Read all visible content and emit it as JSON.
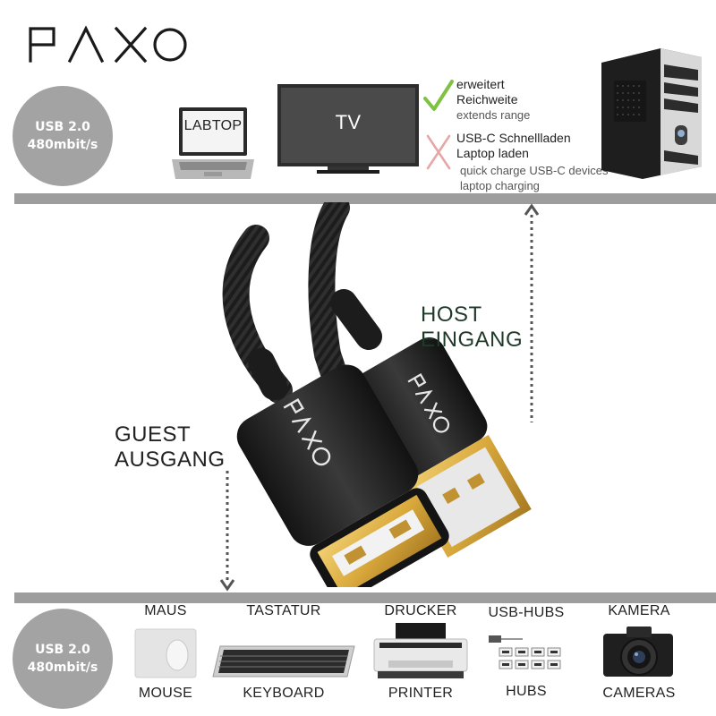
{
  "brand": {
    "name": "PAXO"
  },
  "top": {
    "badge": {
      "line1": "USB 2.0",
      "line2": "480mbit/s"
    },
    "laptop_label": "LABTOP",
    "tv_label": "TV",
    "feature_yes": {
      "line1": "erweitert",
      "line2": "Reichweite",
      "sub": "extends range",
      "icon": "check-icon",
      "color": "#7fc241"
    },
    "feature_no": {
      "line1": "USB-C Schnellladen",
      "line2": "Laptop laden",
      "sub1": "quick charge USB-C devices",
      "sub2": "laptop charging",
      "icon": "cross-icon",
      "color": "#e6a7a7"
    }
  },
  "middle": {
    "host": {
      "line1": "HOST",
      "line2": "EINGANG"
    },
    "guest": {
      "line1": "GUEST",
      "line2": "AUSGANG"
    },
    "connector_logo": "PAXO"
  },
  "bottom": {
    "badge": {
      "line1": "USB 2.0",
      "line2": "480mbit/s"
    },
    "devices": [
      {
        "top": "MAUS",
        "bottom": "MOUSE"
      },
      {
        "top": "TASTATUR",
        "bottom": "KEYBOARD"
      },
      {
        "top": "DRUCKER",
        "bottom": "PRINTER"
      },
      {
        "top": "USB-HUBS",
        "bottom": "HUBS"
      },
      {
        "top": "KAMERA",
        "bottom": "CAMERAS"
      }
    ]
  },
  "colors": {
    "band": "#9d9d9d",
    "badge": "#a3a3a3",
    "gold": "#d9a93c",
    "cable": "#1c1c1c"
  }
}
